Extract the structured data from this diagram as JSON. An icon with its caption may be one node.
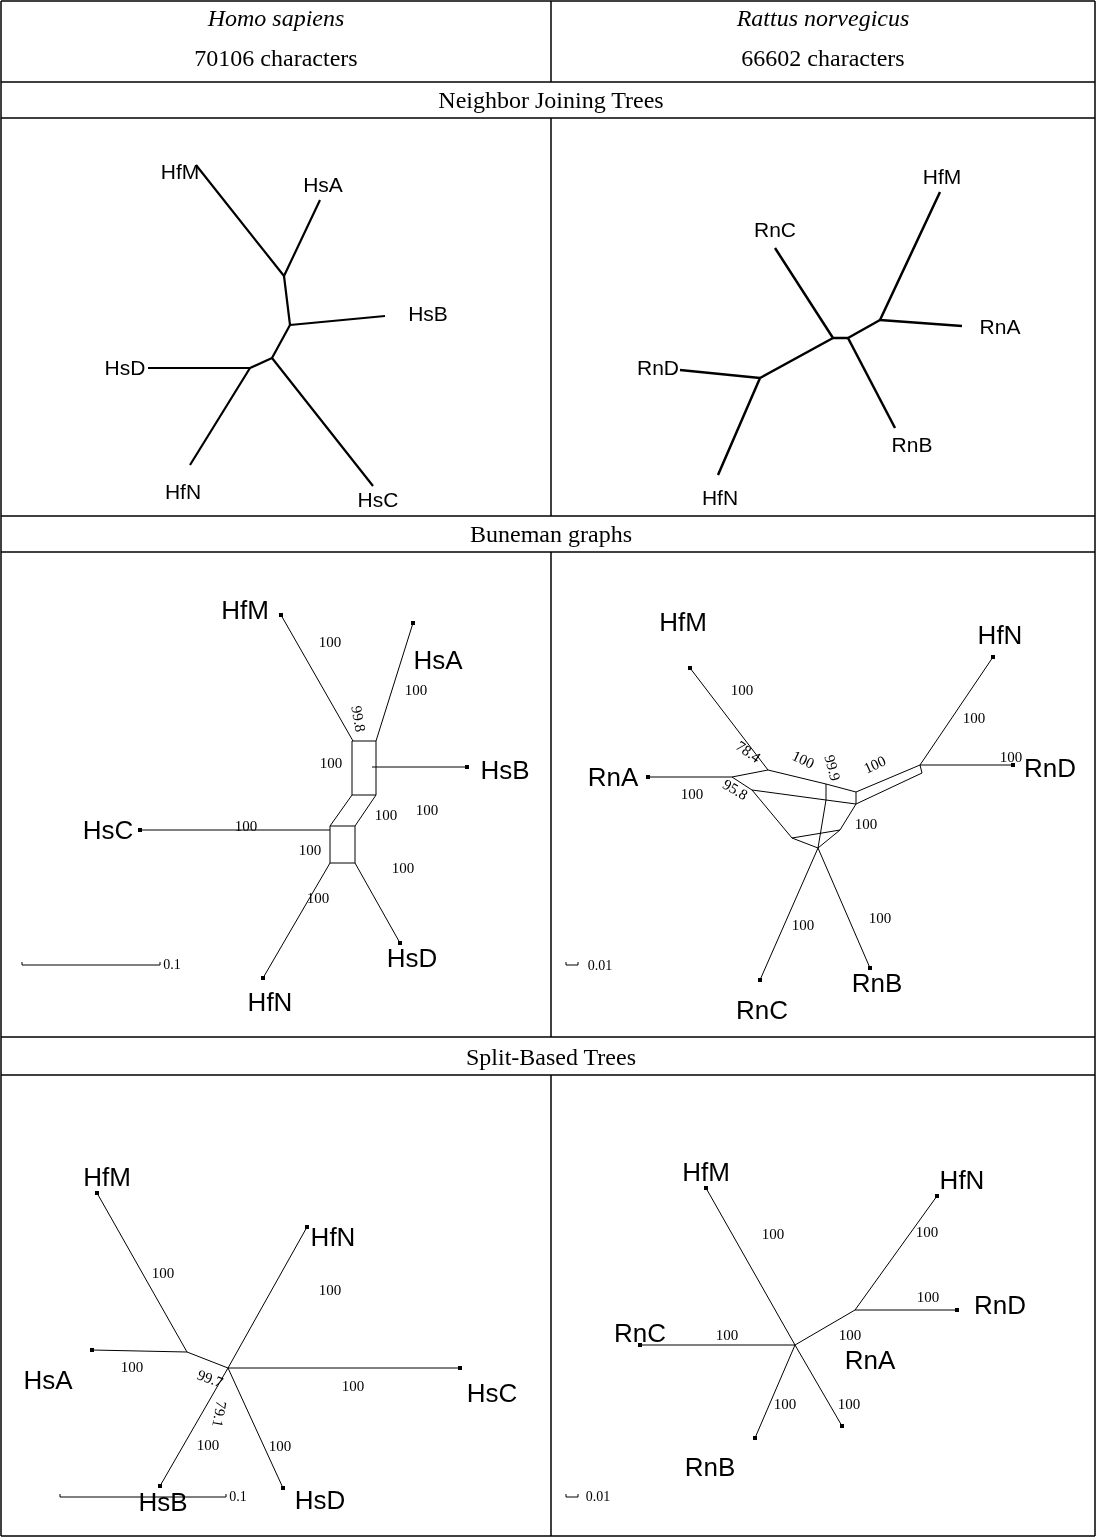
{
  "diagram": {
    "labels": [
      "Homo sapiens",
      "70106 characters",
      "Rattus norvegicus",
      "66602 characters",
      "Neighbor Joining Trees",
      "HfM",
      "HsA",
      "HsB",
      "HsD",
      "HfN",
      "HsC",
      "HfM",
      "RnC",
      "RnA",
      "RnD",
      "RnB",
      "HfN",
      "Buneman graphs",
      "HfM",
      "HsA",
      "100",
      "99.8",
      "100",
      "100",
      "HsB",
      "100",
      "100",
      "HsC",
      "100",
      "100",
      "100",
      "100",
      "HsD",
      "HfN",
      "0.1",
      "HfM",
      "HfN",
      "100",
      "100",
      "78.4",
      "100",
      "99.9",
      "100",
      "100",
      "RnD",
      "RnA",
      "100",
      "95.8",
      "100",
      "100",
      "100",
      "RnB",
      "RnC",
      "0.01",
      "Split-Based Trees",
      "HfM",
      "HfN",
      "100",
      "100",
      "HsA",
      "100",
      "99.7",
      "100",
      "HsC",
      "79.1",
      "100",
      "100",
      "HsB",
      "HsD",
      "0.1",
      "HfN",
      "HfM",
      "100",
      "100",
      "100",
      "RnD",
      "RnC",
      "100",
      "100",
      "RnA",
      "100",
      "100",
      "RnB",
      "0.01"
    ]
  }
}
